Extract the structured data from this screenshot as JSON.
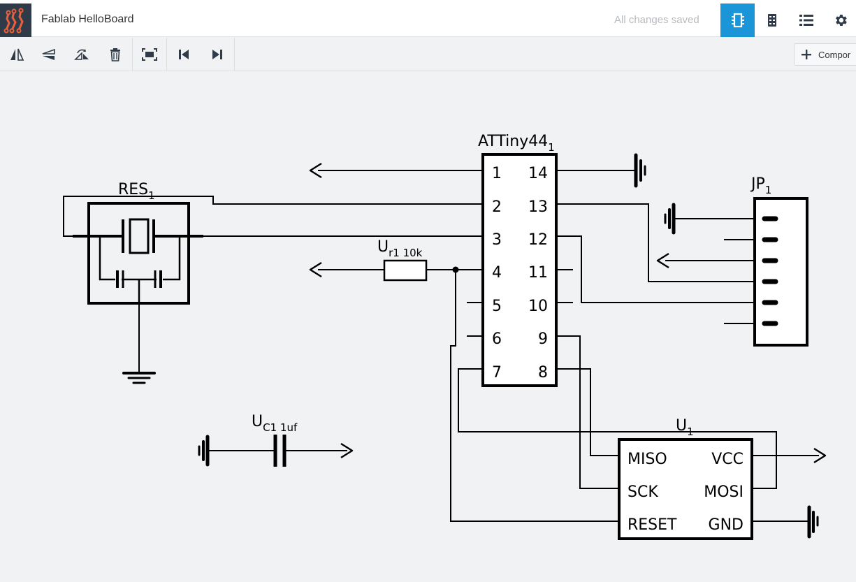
{
  "header": {
    "app_title": "Fablab HelloBoard",
    "status": "All changes saved",
    "logo_icon": "circuit-logo-icon",
    "buttons": [
      {
        "name": "schematic-view-button",
        "icon": "chip-icon",
        "active": true
      },
      {
        "name": "board-view-button",
        "icon": "board-icon",
        "active": false
      },
      {
        "name": "list-view-button",
        "icon": "list-icon",
        "active": false
      },
      {
        "name": "settings-button",
        "icon": "gear-icon",
        "active": false
      }
    ]
  },
  "toolbar": {
    "buttons": [
      "flip-horizontal-icon",
      "flip-vertical-icon",
      "rotate-icon",
      "delete-icon",
      "fit-to-screen-icon",
      "step-back-icon",
      "step-forward-icon"
    ],
    "add_component_label": "Compor"
  },
  "schematic": {
    "wire_color": "#000000",
    "mcu": {
      "name": "ATTiny44",
      "index": "1",
      "left_pins": [
        "1",
        "2",
        "3",
        "4",
        "5",
        "6",
        "7"
      ],
      "right_pins": [
        "14",
        "13",
        "12",
        "11",
        "10",
        "9",
        "8"
      ]
    },
    "resonator": {
      "name": "RES",
      "index": "1"
    },
    "resistor": {
      "name": "U",
      "sub": "r1 10k"
    },
    "capacitor": {
      "name": "U",
      "sub": "C1 1uf"
    },
    "header": {
      "name": "JP",
      "index": "1"
    },
    "isp": {
      "name": "U",
      "index": "1",
      "pins": [
        "MISO",
        "VCC",
        "SCK",
        "MOSI",
        "RESET",
        "GND"
      ]
    }
  }
}
